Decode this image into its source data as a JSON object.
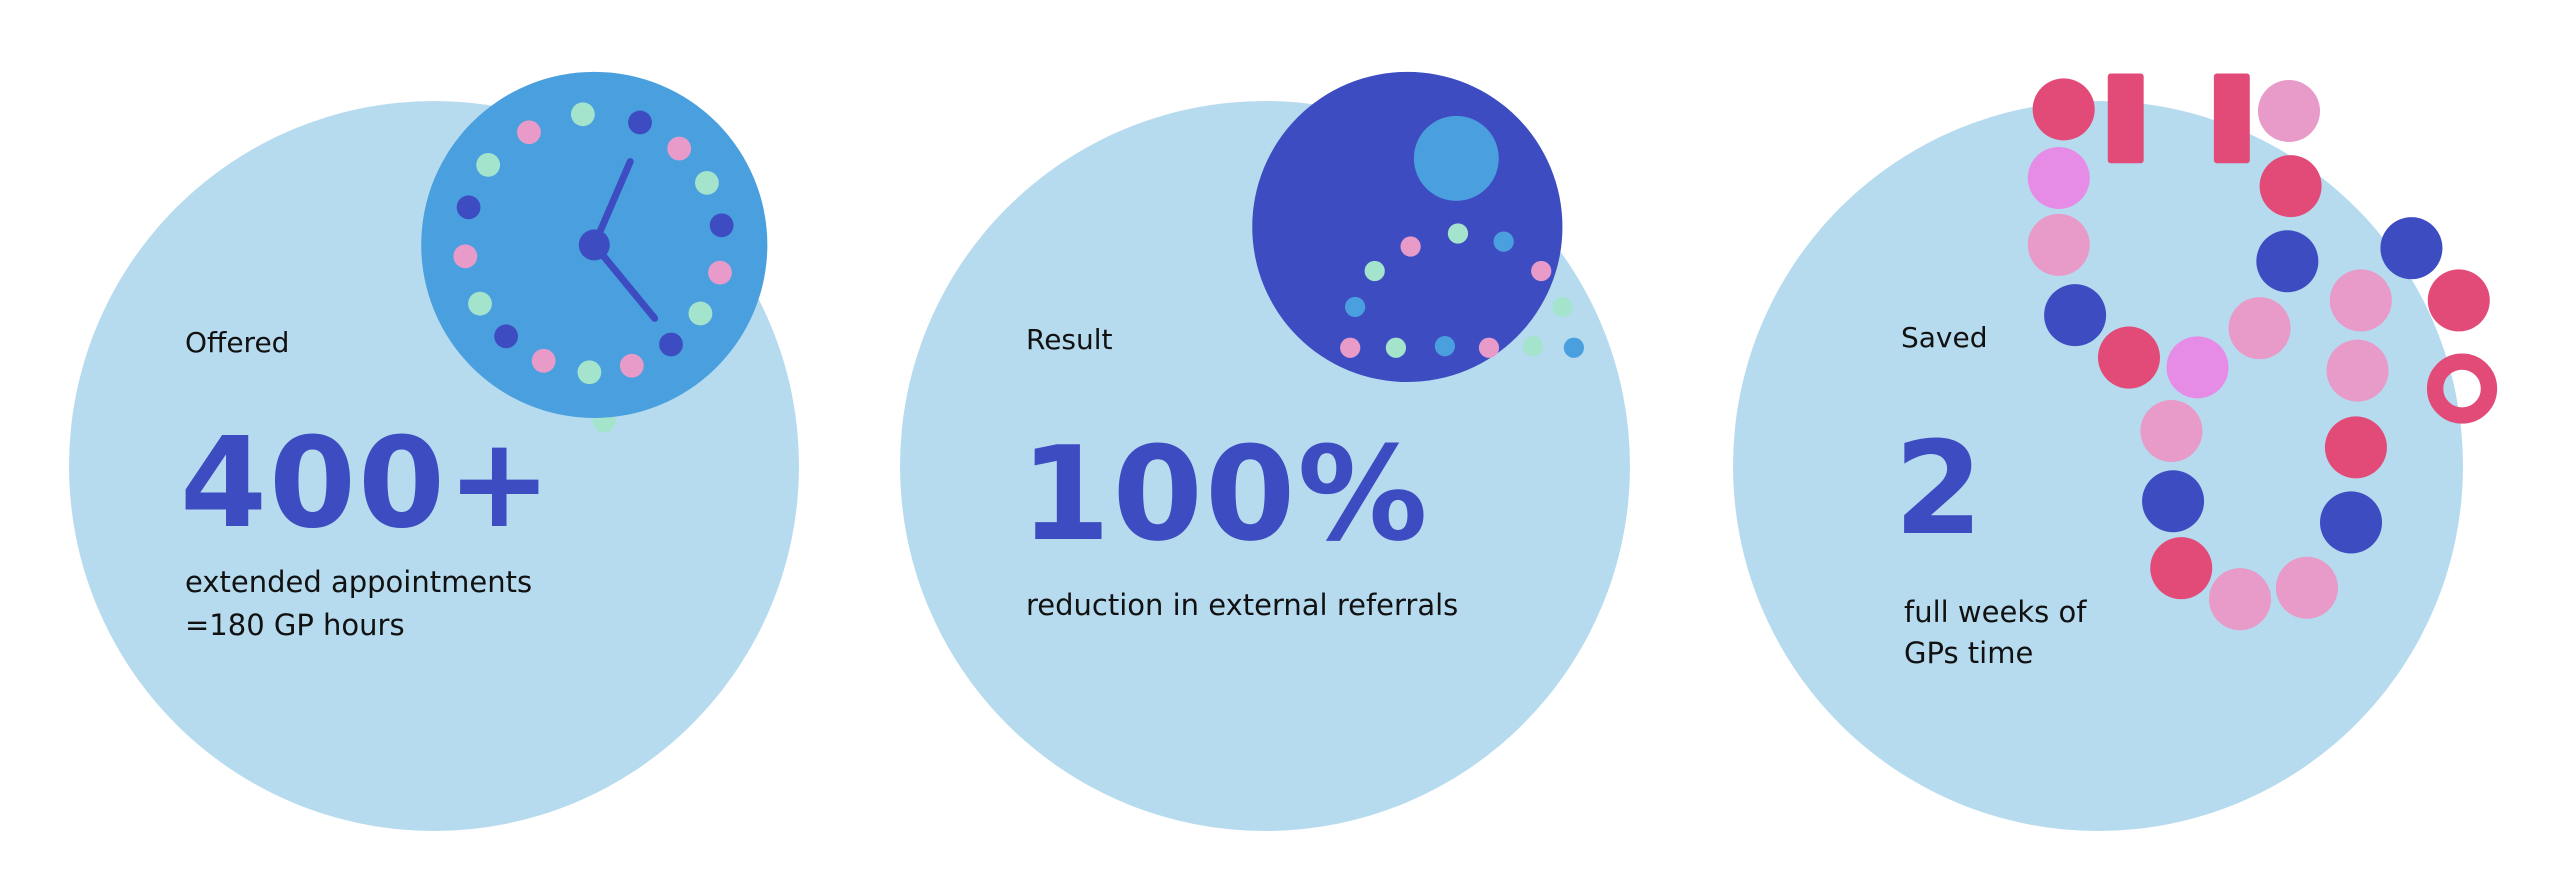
{
  "colors": {
    "circle_bg": "#b6dbef",
    "navy": "#3d4dc1",
    "clock_face": "#4aa0df",
    "pink": "#e89ac8",
    "mint": "#a4e3cc",
    "red": "#e24b78",
    "violet": "#e68ce6",
    "light_blue": "#4aa0df"
  },
  "stats": [
    {
      "label": "Offered",
      "value": "400+",
      "desc_lines": [
        "extended appointments",
        "=180 GP hours"
      ],
      "icon": "clock-icon"
    },
    {
      "label": "Result",
      "value": "100%",
      "desc_lines": [
        "reduction in external referrals"
      ],
      "icon": "moon-dots-icon"
    },
    {
      "label": "Saved",
      "value": "2",
      "desc_lines": [
        "full weeks of",
        "GPs time"
      ],
      "icon": "dots-path-icon"
    }
  ]
}
